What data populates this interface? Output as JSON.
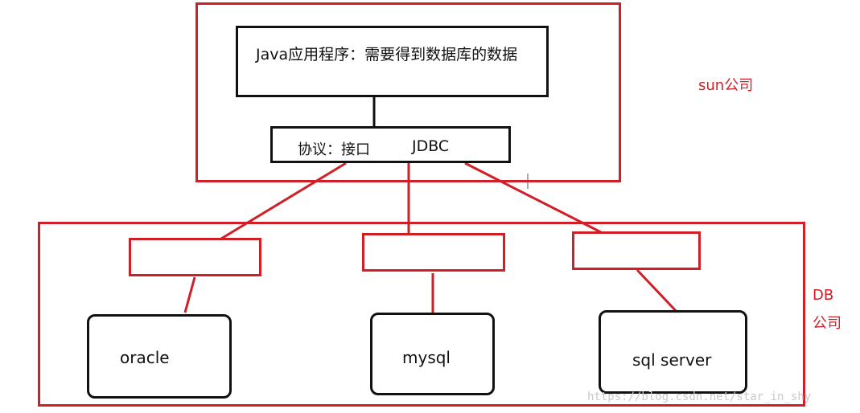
{
  "sun_group": {
    "label": "sun公司",
    "app_box_text": "Java应用程序：需要得到数据库的数据",
    "protocol_box": {
      "left_text": "协议：接口",
      "right_text": "JDBC"
    }
  },
  "db_group": {
    "label_line1": "DB",
    "label_line2": "公司",
    "databases": [
      {
        "label": "oracle"
      },
      {
        "label": "mysql"
      },
      {
        "label": "sql server"
      }
    ]
  },
  "watermark": "https://blog.csdn.net/star_in_shy",
  "colors": {
    "frame": "#d01f26",
    "box_border": "#111111",
    "text": "#111111",
    "watermark": "#c9c9c9"
  }
}
